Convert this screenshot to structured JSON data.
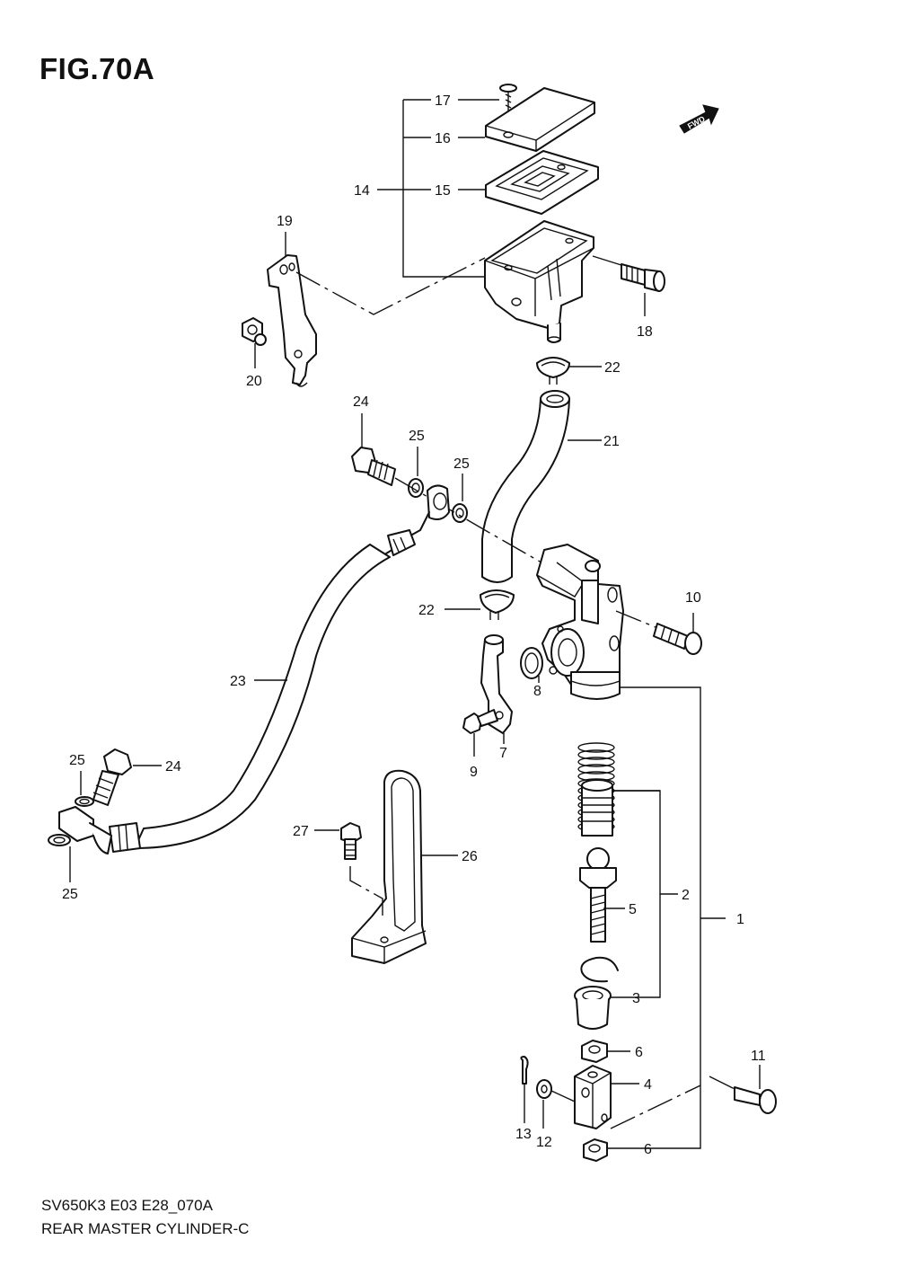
{
  "figure_title": "FIG.70A",
  "direction_badge": "FWD",
  "footer": {
    "model_code": "SV650K3 E03 E28_070A",
    "assembly_name": "REAR MASTER CYLINDER-C"
  },
  "callouts": {
    "c1": "1",
    "c2": "2",
    "c3": "3",
    "c4": "4",
    "c5": "5",
    "c6a": "6",
    "c6b": "6",
    "c7": "7",
    "c8": "8",
    "c9": "9",
    "c10": "10",
    "c11": "11",
    "c12": "12",
    "c13": "13",
    "c14": "14",
    "c15": "15",
    "c16": "16",
    "c17": "17",
    "c18": "18",
    "c19": "19",
    "c20": "20",
    "c21": "21",
    "c22a": "22",
    "c22b": "22",
    "c23": "23",
    "c24a": "24",
    "c24b": "24",
    "c25a": "25",
    "c25b": "25",
    "c25c": "25",
    "c25d": "25",
    "c26": "26",
    "c27": "27"
  }
}
